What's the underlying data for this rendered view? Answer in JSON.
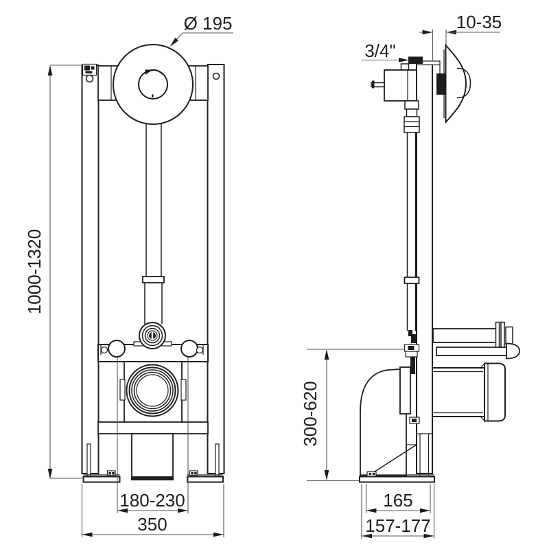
{
  "drawing": {
    "colors": {
      "line": "#1d1d1b",
      "dimension_line": "#565655",
      "background": "#ffffff"
    },
    "labels": {
      "plate_diameter": "Ø 195",
      "frame_height": "1000-1320",
      "rod_spacing": "180-230",
      "frame_width": "350",
      "wall_offset": "10-35",
      "inlet_size": "3/4\"",
      "outlet_height": "300-620",
      "base_depth": "165",
      "overall_depth": "157-177"
    }
  }
}
